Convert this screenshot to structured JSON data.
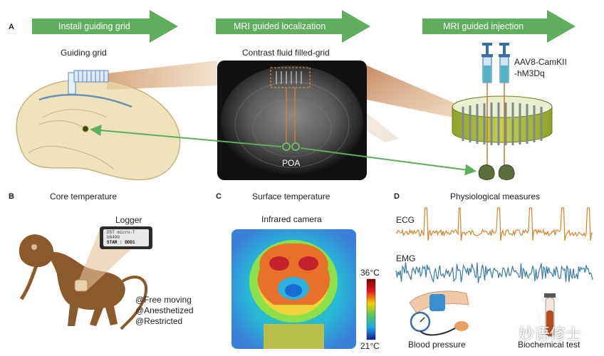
{
  "panel_a": {
    "letter": "A",
    "steps": [
      "Install guiding grid",
      "MRI guided localization",
      "MRI guided injection"
    ],
    "guiding_grid_label": "Guiding grid",
    "contrast_label": "Contrast fluid filled-grid",
    "poa_label": "POA",
    "virus_line1": "AAV8-CamKII",
    "virus_line2": "-hM3Dq"
  },
  "panel_b": {
    "letter": "B",
    "title": "Core temperature",
    "logger_label": "Logger",
    "logger_text": [
      "DST micro-T",
      "U6490",
      "STAR : DDD1"
    ],
    "conditions": [
      "@Free moving",
      "@Anesthetized",
      "@Restricted"
    ]
  },
  "panel_c": {
    "letter": "C",
    "title": "Surface temperature",
    "camera_label": "Infrared camera",
    "scale_max": "36°C",
    "scale_min": "21°C"
  },
  "panel_d": {
    "letter": "D",
    "title": "Physiological measures",
    "ecg_label": "ECG",
    "emg_label": "EMG",
    "bp_label": "Blood pressure",
    "biochem_label": "Biochemical test"
  },
  "watermark": "妙语修士",
  "colors": {
    "arrow_green": "#5fae5c",
    "ecg_orange": "#d9822b",
    "emg_blue": "#3a7ca5",
    "beam_brown": "#c98a55",
    "grid_yellow": "#c6d04a"
  }
}
